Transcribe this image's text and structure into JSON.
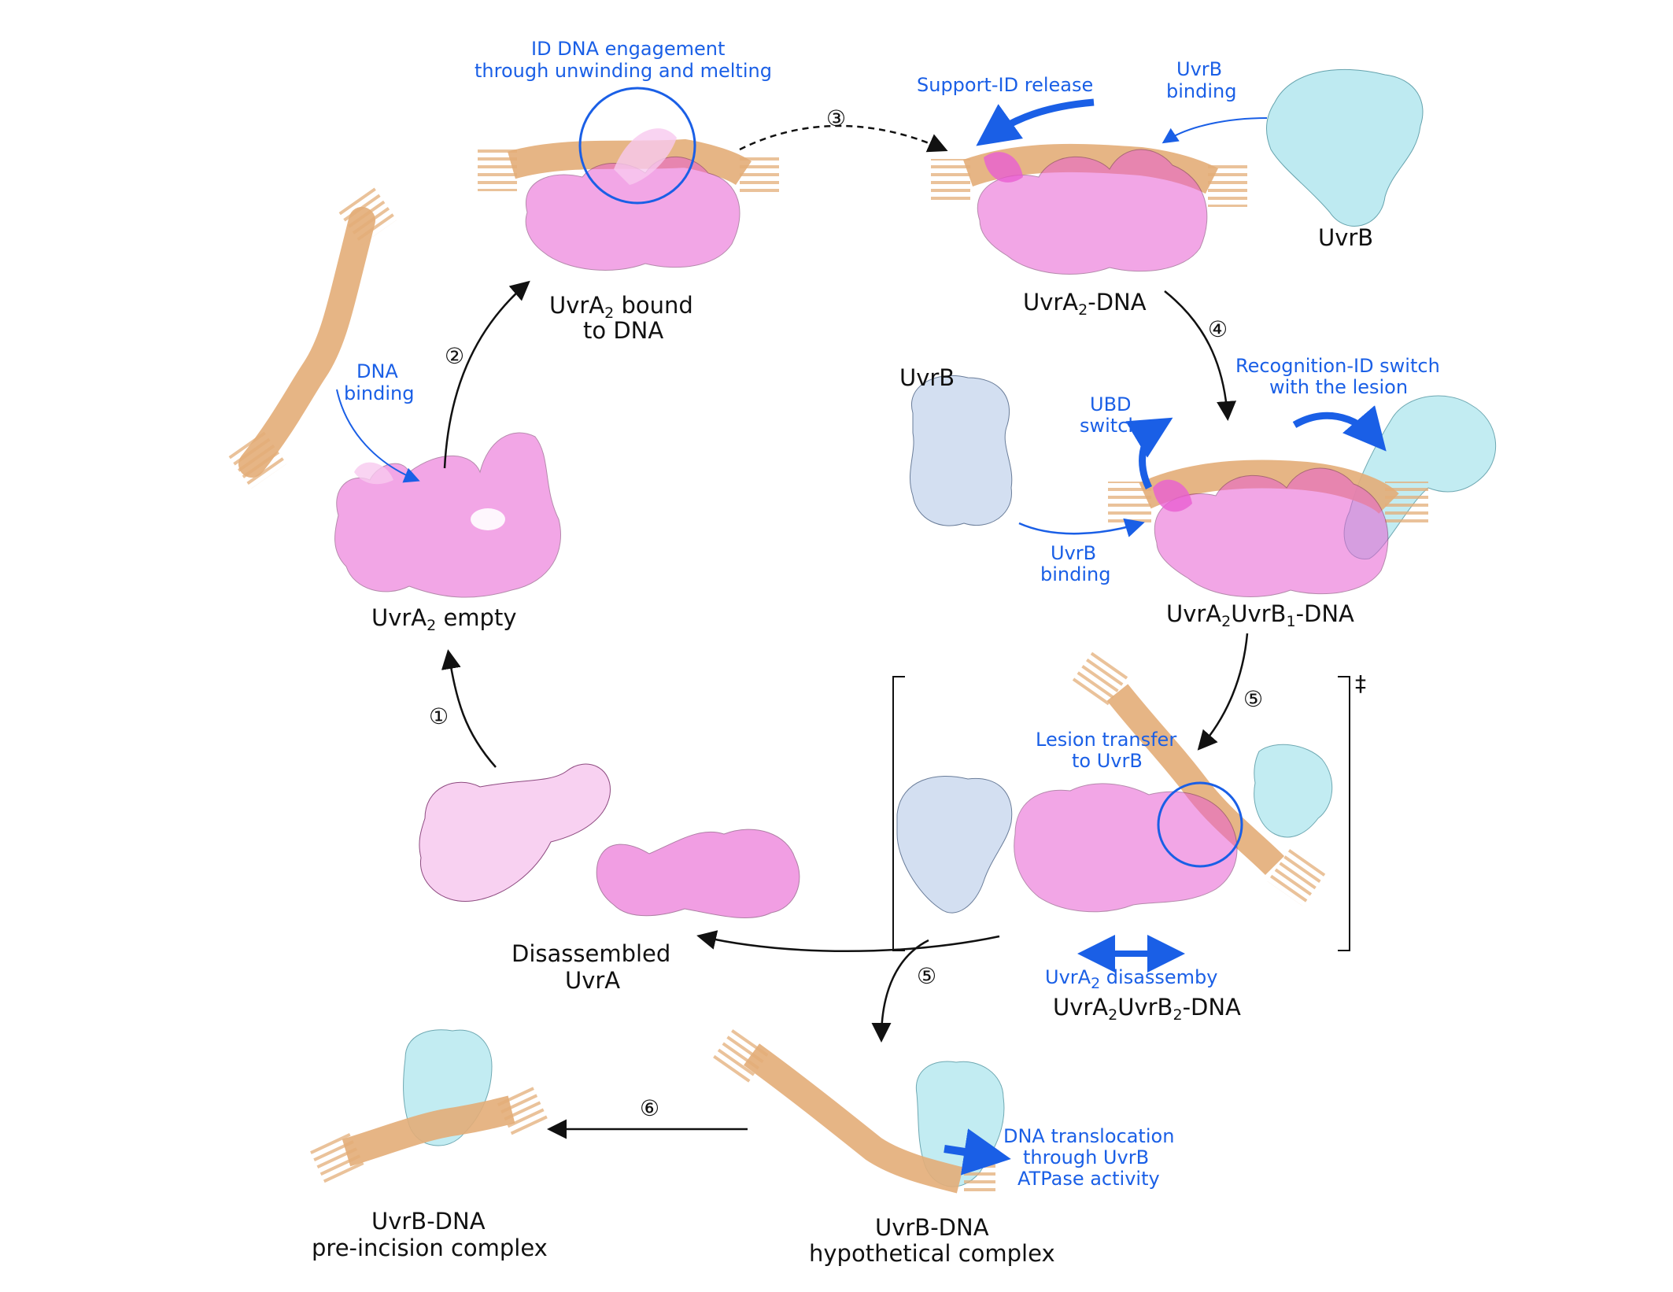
{
  "colors": {
    "uvra": "#e85fd2",
    "uvra_light": "#f7c9ef",
    "dna": "#e3ad78",
    "uvrb_cyan": "#aee6ee",
    "uvrb_blue": "#cfdcf0",
    "blue_text": "#1a5fe6",
    "arrow": "#111111"
  },
  "states": {
    "uvra2_empty": {
      "main": "UvrA",
      "sub": "2",
      "tail": " empty"
    },
    "uvra2_bound": {
      "line1_main": "UvrA",
      "line1_sub": "2",
      "line1_tail": " bound",
      "line2": "to DNA"
    },
    "uvra2_dna": {
      "main": "UvrA",
      "sub": "2",
      "tail": "-DNA"
    },
    "uvrb_top": "UvrB",
    "uvrb_mid": "UvrB",
    "uvra2uvrb1": {
      "a": "UvrA",
      "a_sub": "2",
      "b": "UvrB",
      "b_sub": "1",
      "tail": "-DNA"
    },
    "uvra2uvrb2": {
      "a": "UvrA",
      "a_sub": "2",
      "b": "UvrB",
      "b_sub": "2",
      "tail": "-DNA"
    },
    "disassembled": {
      "line1": "Disassembled",
      "line2": "UvrA"
    },
    "uvrb_dna_hyp": {
      "line1": "UvrB-DNA",
      "line2": "hypothetical complex"
    },
    "uvrb_dna_pre": {
      "line1": "UvrB-DNA",
      "line2": "pre-incision complex"
    }
  },
  "annotations": {
    "dna_binding": {
      "line1": "DNA",
      "line2": "binding"
    },
    "id_engagement": {
      "line1": "ID DNA engagement",
      "line2": "through unwinding and melting"
    },
    "support_release": "Support-ID release",
    "uvrb_binding_top": {
      "line1": "UvrB",
      "line2": "binding"
    },
    "ubd_switch": {
      "line1": "UBD",
      "line2": "switch"
    },
    "recognition_switch": {
      "line1": "Recognition-ID switch",
      "line2": "with the lesion"
    },
    "uvrb_binding_mid": {
      "line1": "UvrB",
      "line2": "binding"
    },
    "lesion_transfer": {
      "line1": "Lesion transfer",
      "line2": "to UvrB"
    },
    "uvra2_disassembly": {
      "main": "UvrA",
      "sub": "2",
      "tail": " disassemby"
    },
    "dna_translocation": {
      "line1": "DNA translocation",
      "line2": "through UvrB",
      "line3": "ATPase activity"
    }
  },
  "steps": {
    "s1": "①",
    "s2": "②",
    "s3": "③",
    "s4": "④",
    "s5a": "⑤",
    "s5b": "⑤",
    "s6": "⑥"
  },
  "transition_state_mark": "‡"
}
